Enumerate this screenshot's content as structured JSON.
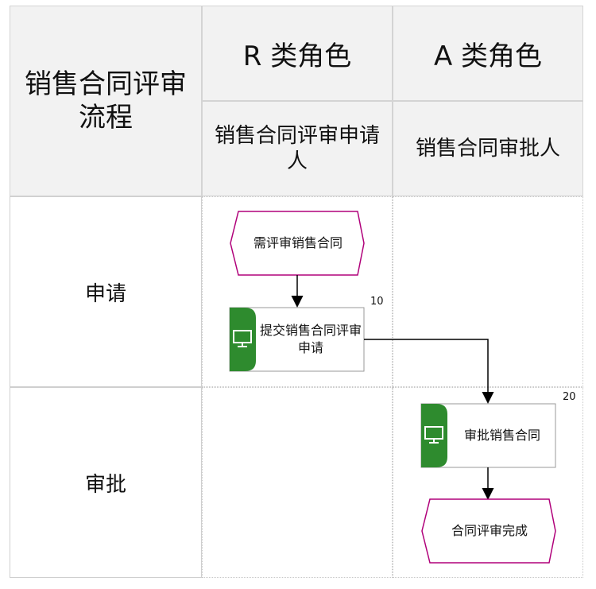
{
  "title": "销售合同评审流程",
  "roles": [
    {
      "name": "R 类角色",
      "subtitle": "销售合同评审申请人"
    },
    {
      "name": "A 类角色",
      "subtitle": "销售合同审批人"
    }
  ],
  "lanes": [
    "申请",
    "审批"
  ],
  "nodes": {
    "start_event": "需评审销售合同",
    "task_submit": {
      "label": "提交销售合同评审申请",
      "number": "10"
    },
    "task_approve": {
      "label": "审批销售合同",
      "number": "20"
    },
    "end_event": "合同评审完成"
  },
  "colors": {
    "event_border": "#b0007a",
    "task_accent": "#2e8b2e",
    "arrow": "#000000"
  },
  "icons": {
    "task": "monitor-icon"
  }
}
